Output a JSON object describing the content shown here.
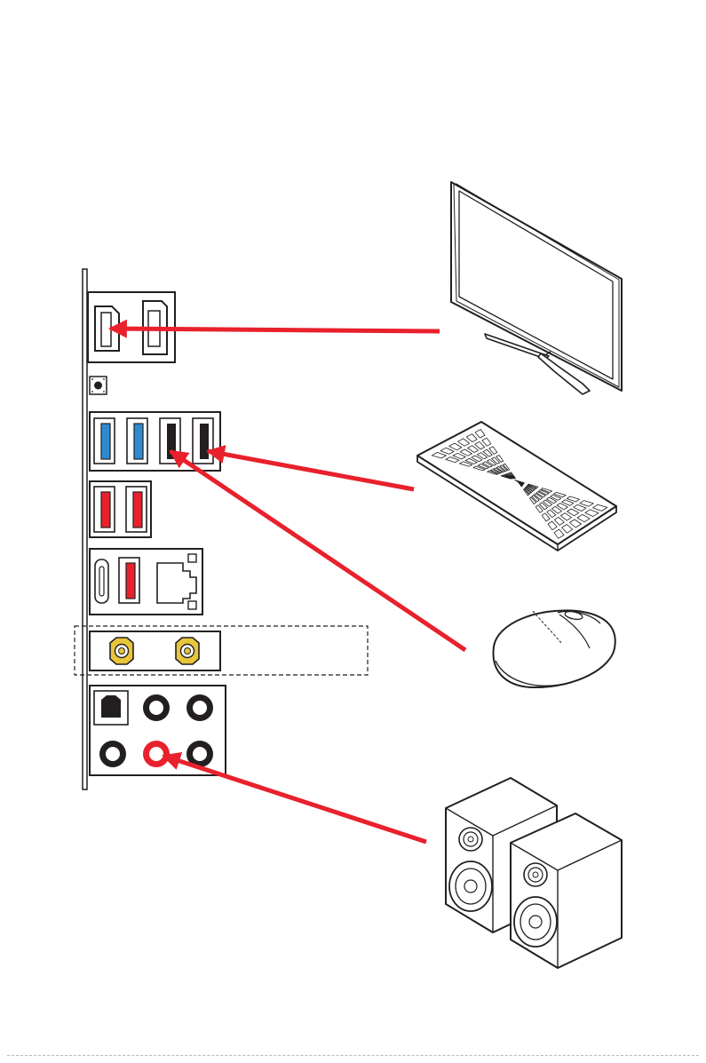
{
  "colors": {
    "arrow": "#e8212c",
    "usb_blue": "#2f8bd0",
    "usb_red": "#e8212c",
    "usb_black": "#231f20",
    "antenna_gold": "#e8c53a",
    "line": "#231f20"
  },
  "panel_ports": [
    "hdmi-port",
    "displayport-port",
    "clear-cmos-button",
    "usb-blue-port",
    "usb-blue-port",
    "usb-black-port",
    "usb-black-port",
    "usb-red-port",
    "usb-red-port",
    "usb-type-c-port",
    "usb-red-port",
    "lan-port",
    "wifi-antenna-connector",
    "wifi-antenna-connector",
    "optical-spdif-port",
    "audio-jack",
    "audio-jack",
    "audio-jack",
    "audio-line-out-jack",
    "audio-jack"
  ],
  "devices": [
    "monitor-icon",
    "keyboard-icon",
    "mouse-icon",
    "speakers-icon"
  ],
  "connections": [
    {
      "device": "monitor",
      "port": "hdmi-port"
    },
    {
      "device": "keyboard",
      "port": "usb-black-port-2"
    },
    {
      "device": "mouse",
      "port": "usb-black-port-1"
    },
    {
      "device": "speakers",
      "port": "audio-line-out-jack"
    }
  ]
}
